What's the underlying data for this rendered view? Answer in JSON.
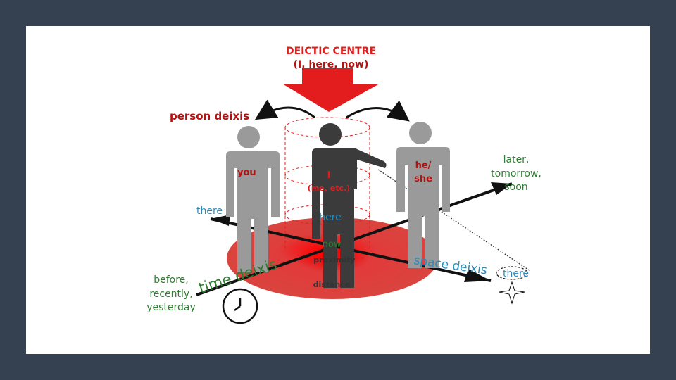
{
  "diagram": {
    "title_line1": "DEICTIC CENTRE",
    "title_line2": "(I, here, now)",
    "person_deixis": "person deixis",
    "you": "you",
    "i_line1": "I",
    "i_line2": "(me, etc.)",
    "he_she_line1": "he/",
    "he_she_line2": "she",
    "there_left": "there",
    "here": "here",
    "now": "now",
    "proximity": "proximity",
    "distance": "distance",
    "later_line1": "later,",
    "later_line2": "tomorrow,",
    "later_line3": "soon",
    "before_line1": "before,",
    "before_line2": "recently,",
    "before_line3": "yesterday",
    "time_deixis": "time deixis",
    "space_deixis": "space deixis",
    "there_right": "there"
  },
  "colors": {
    "red": "#e31d1d",
    "dark_red": "#b31212",
    "green": "#2e7d32",
    "blue": "#2e8ab8",
    "figure_gray": "#9a9a9a",
    "figure_dark": "#3b3b3b",
    "background": "#354150"
  },
  "icons": [
    "arrow-down-icon",
    "clock-icon",
    "compass-icon",
    "person-icon"
  ]
}
